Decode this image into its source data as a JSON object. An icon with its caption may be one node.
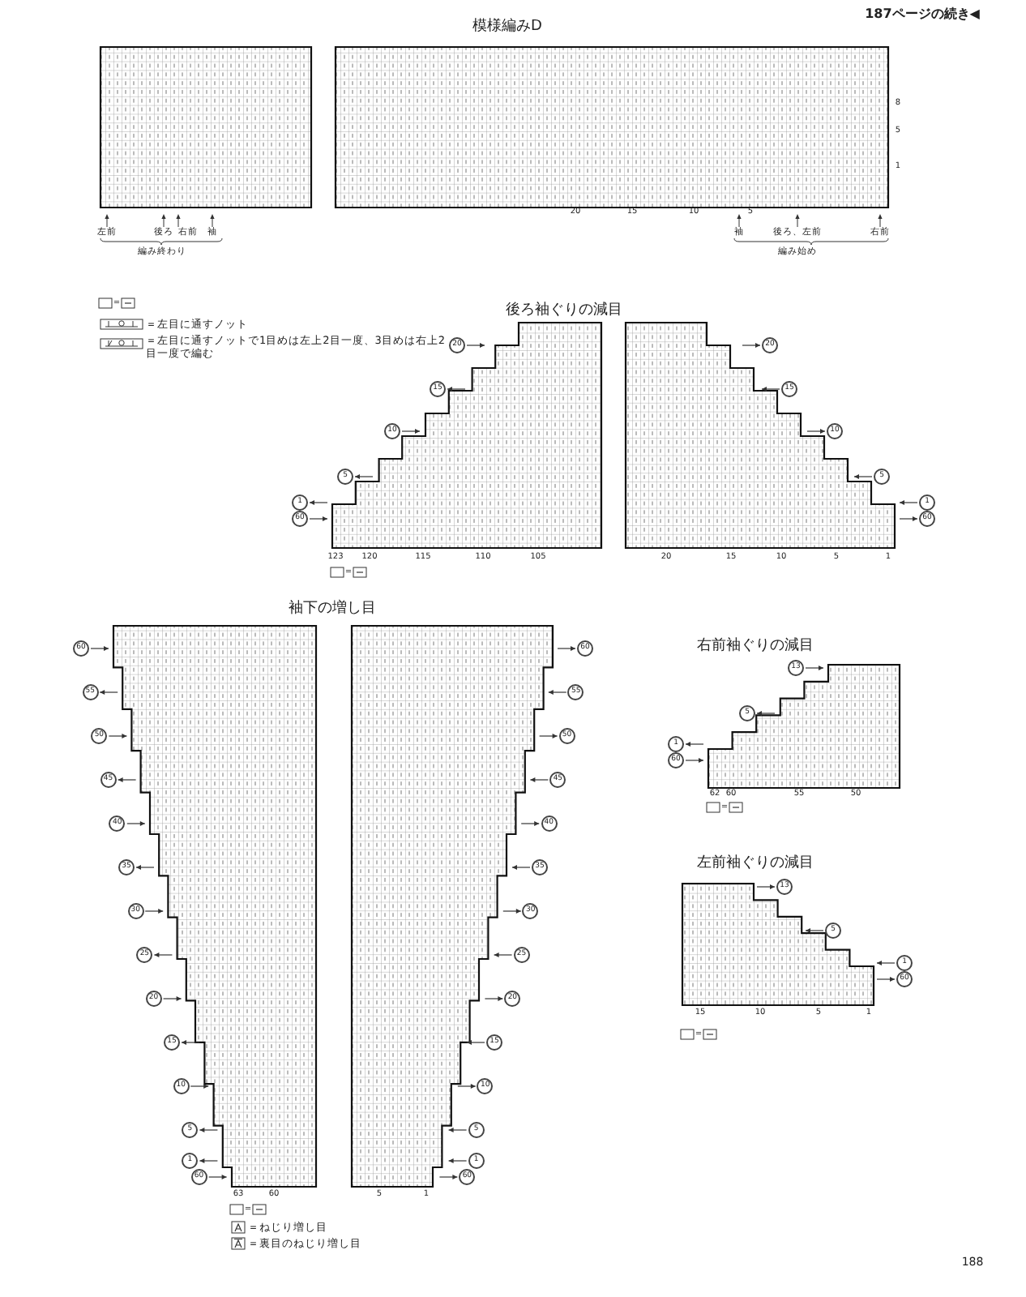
{
  "diagram": {
    "labels": [
      "187ページの続き◀",
      "模様編みD",
      "8",
      "5",
      "1",
      "20",
      "15",
      "10",
      "5",
      "左前",
      "後ろ",
      "右前",
      "袖",
      "編み終わり",
      "袖",
      "後ろ、左前",
      "右前",
      "編み始め",
      "＝",
      "後ろ袖ぐりの減目",
      "20",
      "15",
      "10",
      "5",
      "1",
      "60",
      "20",
      "15",
      "10",
      "5",
      "1",
      "60",
      "123",
      "120",
      "115",
      "110",
      "105",
      "20",
      "15",
      "10",
      "5",
      "1",
      "＝",
      "袖下の増し目",
      "60",
      "55",
      "50",
      "45",
      "40",
      "35",
      "30",
      "25",
      "20",
      "15",
      "10",
      "5",
      "1",
      "60",
      "60",
      "55",
      "50",
      "45",
      "40",
      "35",
      "30",
      "25",
      "20",
      "15",
      "10",
      "5",
      "1",
      "60",
      "63",
      "60",
      "5",
      "1",
      "＝",
      "右前袖ぐりの減目",
      "13",
      "5",
      "1",
      "60",
      "62",
      "60",
      "55",
      "50",
      "＝",
      "左前袖ぐりの減目",
      "13",
      "5",
      "1",
      "60",
      "15",
      "10",
      "5",
      "1",
      "＝",
      "188"
    ],
    "legend": [
      {
        "text": "＝左目に通すノット"
      },
      {
        "text": "＝左目に通すノットで1目めは左上2目一度、3目めは右上2目一度で編む"
      },
      {
        "text": "＝ねじり増し目"
      },
      {
        "text": "＝裏目のねじり増し目"
      }
    ]
  }
}
